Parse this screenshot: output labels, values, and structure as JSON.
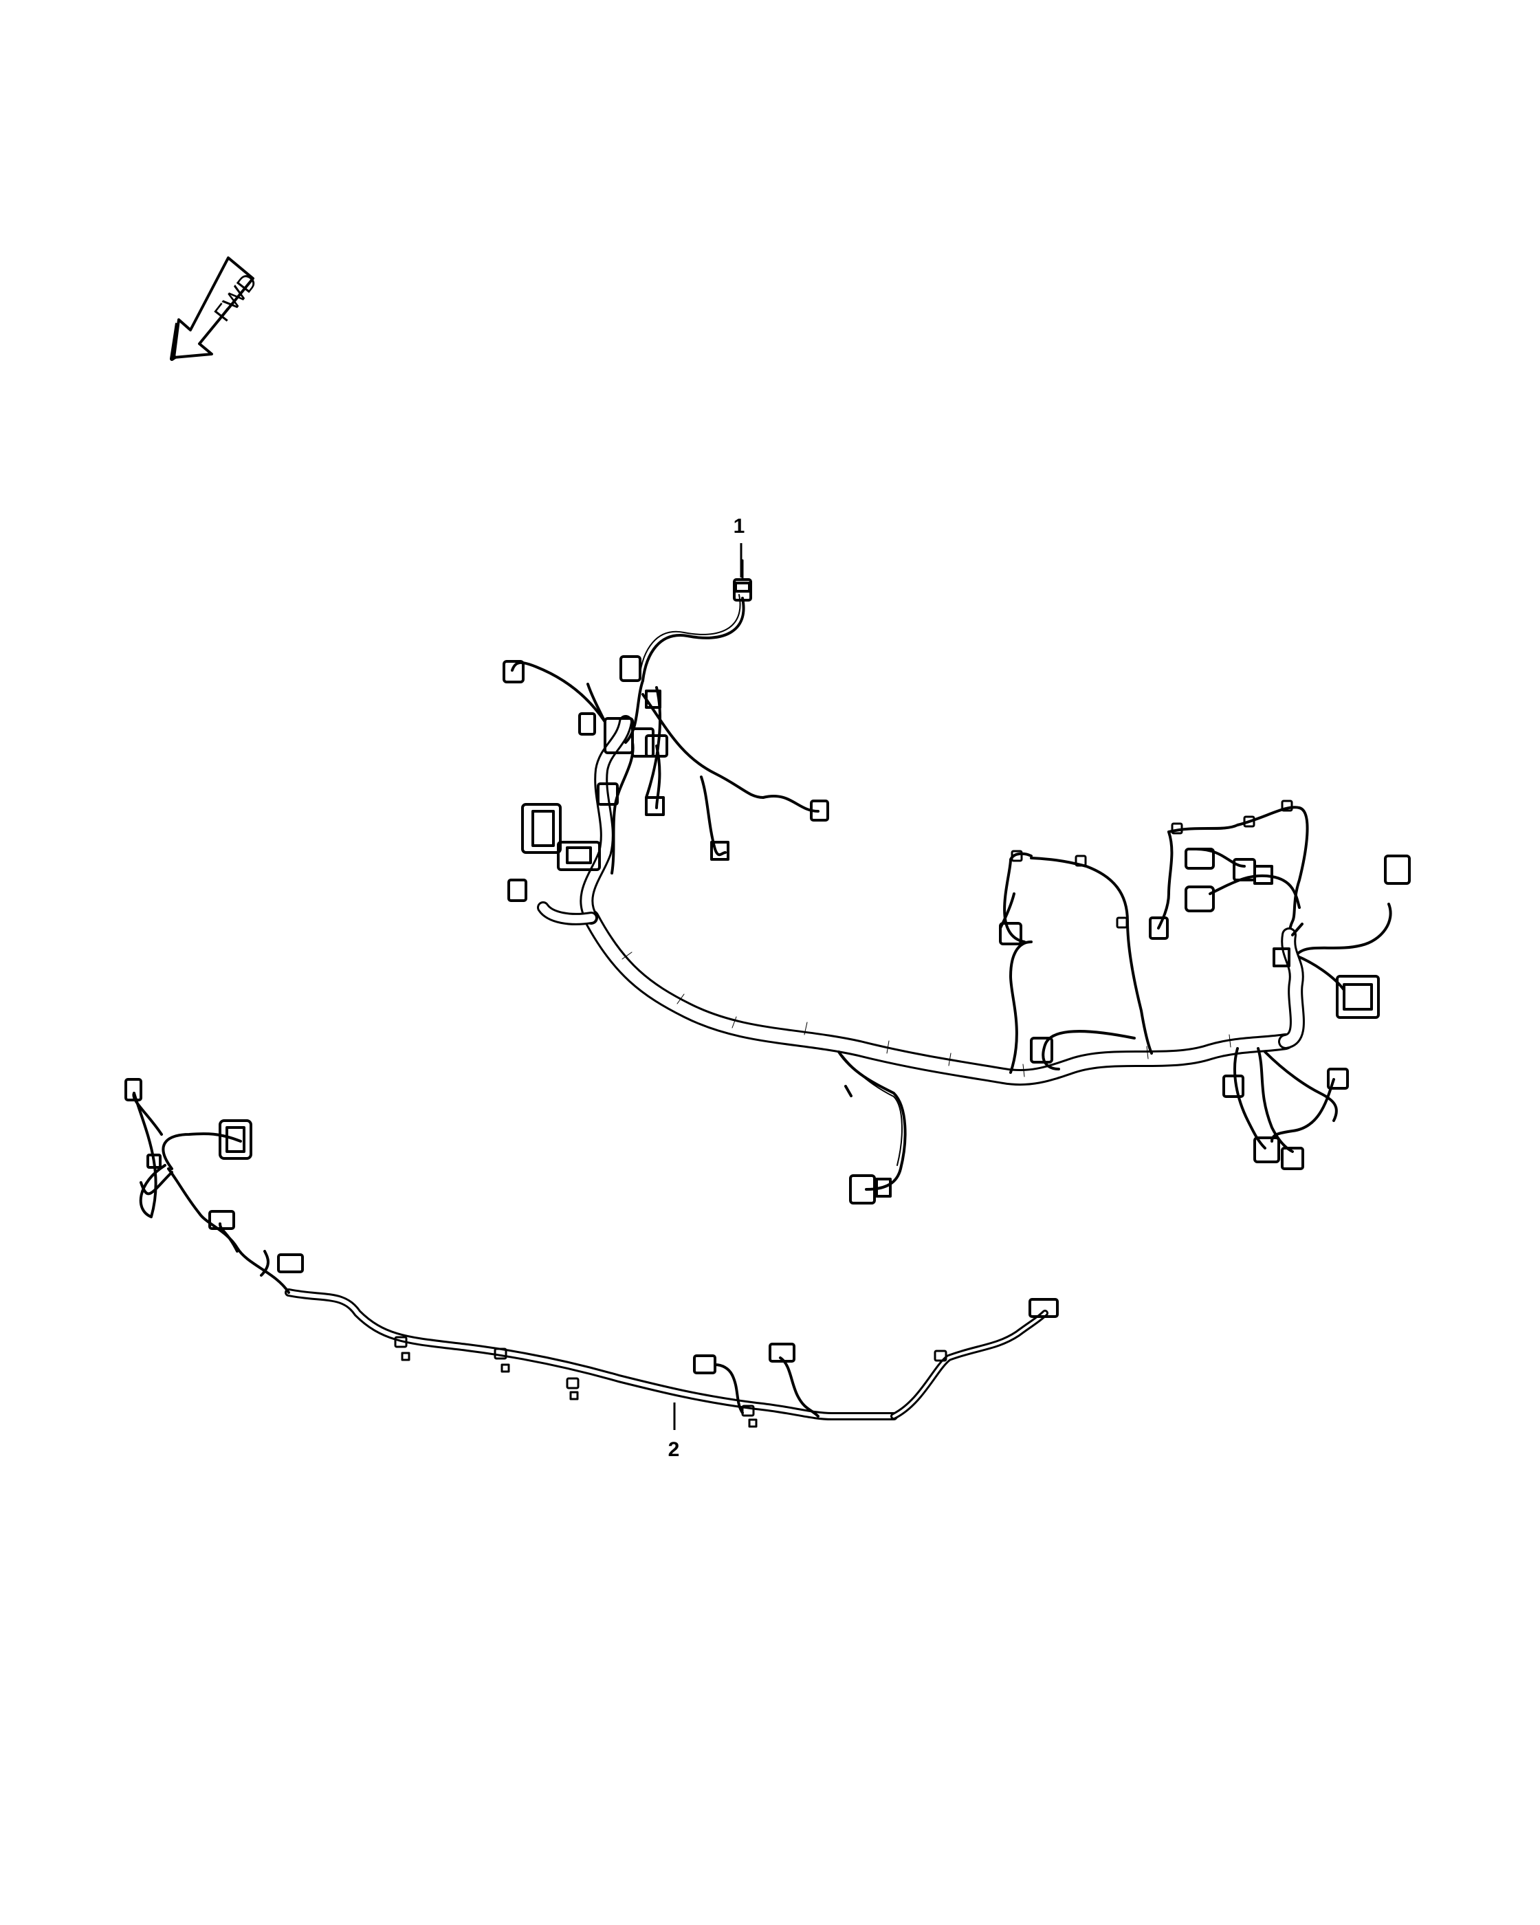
{
  "fwd_arrow": {
    "label": "FWD"
  },
  "callouts": [
    {
      "id": "1",
      "label": "1"
    },
    {
      "id": "2",
      "label": "2"
    }
  ],
  "colors": {
    "line": "#000000",
    "background": "#ffffff"
  }
}
